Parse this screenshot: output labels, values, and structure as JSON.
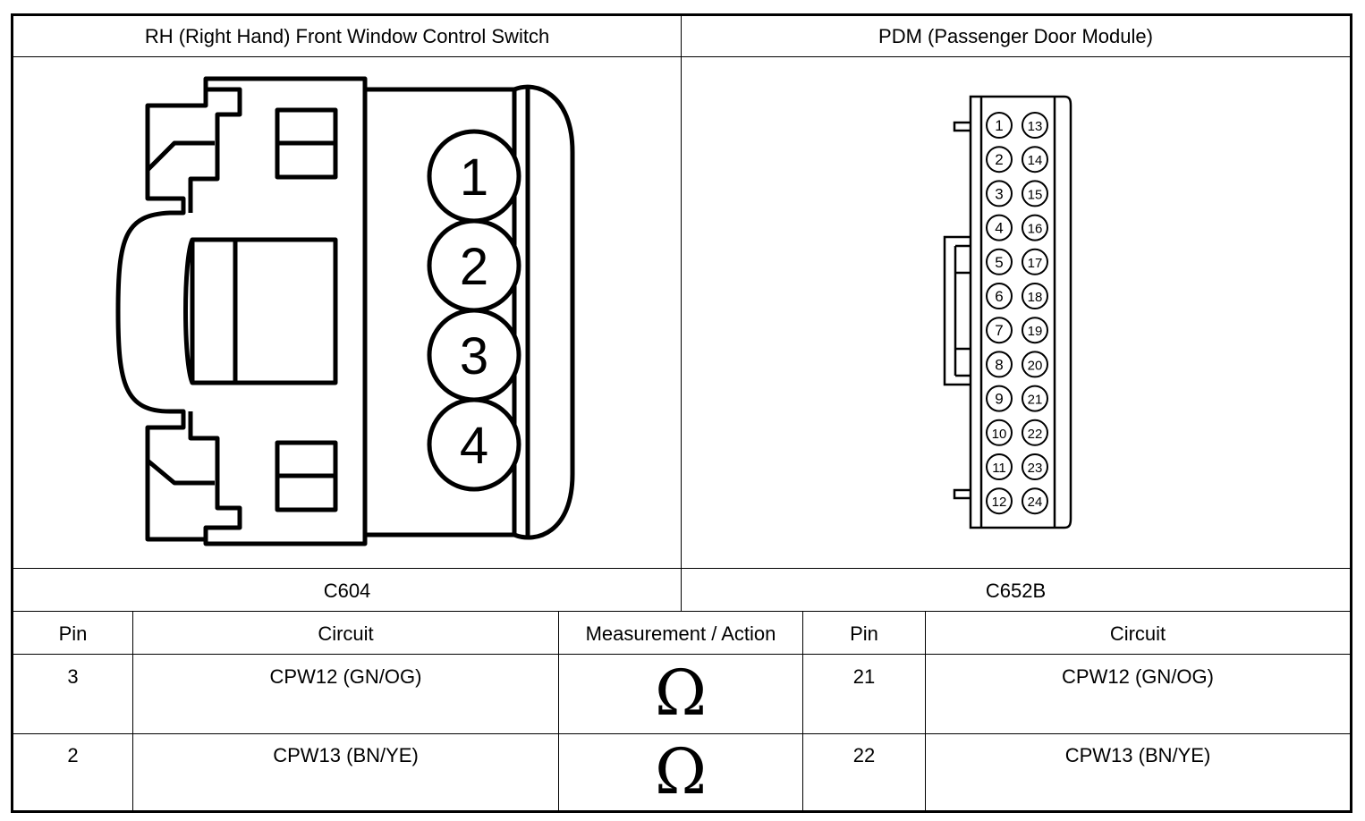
{
  "header": {
    "left_title": "RH (Right Hand) Front Window Control Switch",
    "right_title": "PDM (Passenger Door Module)"
  },
  "connectors": {
    "left_id": "C604",
    "right_id": "C652B",
    "left_pins": [
      "1",
      "2",
      "3",
      "4"
    ],
    "right_pins_col1": [
      "1",
      "2",
      "3",
      "4",
      "5",
      "6",
      "7",
      "8",
      "9",
      "10",
      "11",
      "12"
    ],
    "right_pins_col2": [
      "13",
      "14",
      "15",
      "16",
      "17",
      "18",
      "19",
      "20",
      "21",
      "22",
      "23",
      "24"
    ]
  },
  "table": {
    "headers": [
      "Pin",
      "Circuit",
      "Measurement / Action",
      "Pin",
      "Circuit"
    ],
    "rows": [
      {
        "pin_a": "3",
        "circuit_a": "CPW12 (GN/OG)",
        "action": "Ω",
        "pin_b": "21",
        "circuit_b": "CPW12 (GN/OG)"
      },
      {
        "pin_a": "2",
        "circuit_a": "CPW13 (BN/YE)",
        "action": "Ω",
        "pin_b": "22",
        "circuit_b": "CPW13 (BN/YE)"
      }
    ]
  }
}
